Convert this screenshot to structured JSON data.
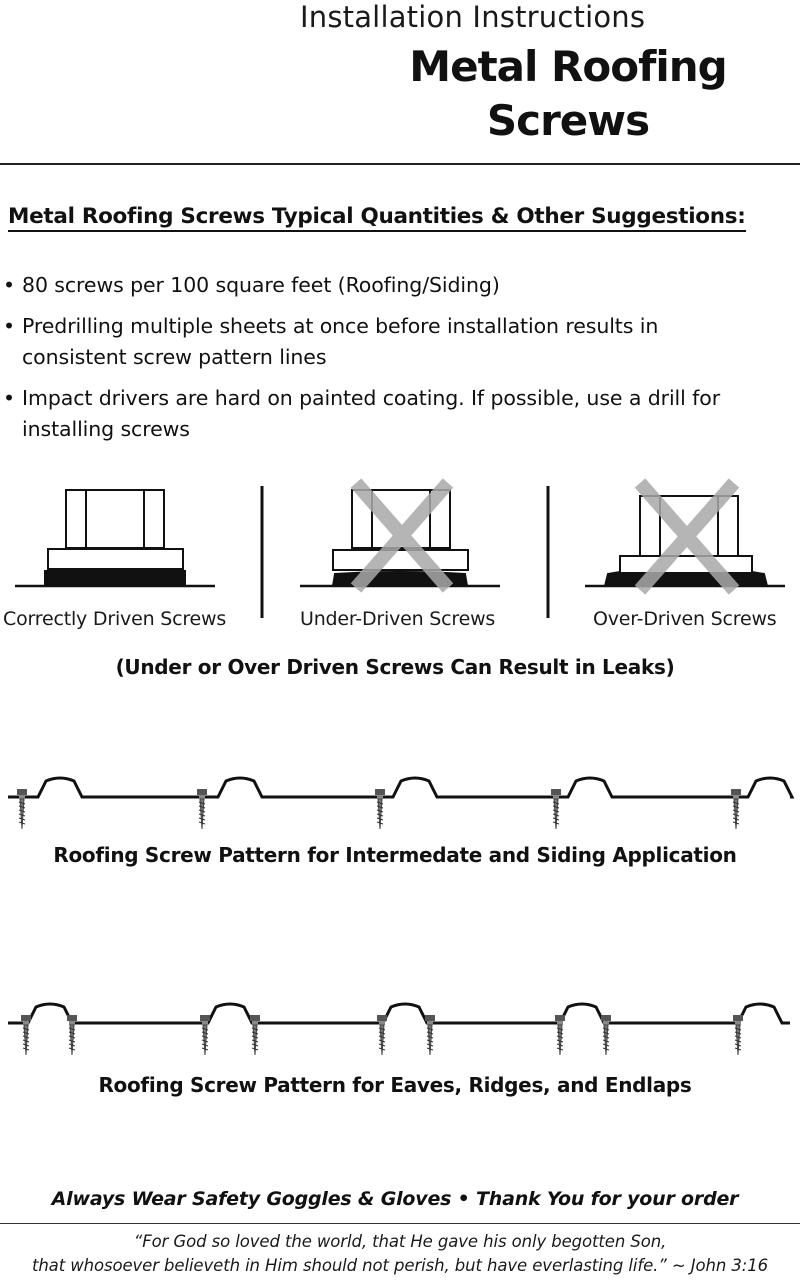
{
  "header": {
    "subtitle": "Installation Instructions",
    "title_line1": "Metal Roofing",
    "title_line2": "Screws"
  },
  "section_heading": "Metal Roofing Screws Typical Quantities & Other Suggestions:",
  "bullets": [
    {
      "line1": "80 screws per 100 square feet (Roofing/Siding)",
      "line2": ""
    },
    {
      "line1": "Predrilling multiple sheets at once before installation results in",
      "line2": "consistent screw pattern lines"
    },
    {
      "line1": "Impact drivers are hard on painted coating. If possible, use a drill for",
      "line2": "installing screws"
    }
  ],
  "bullet_symbol": "•",
  "diagrams": [
    {
      "caption": "Correctly Driven Screws",
      "icon": "correct-screw-icon"
    },
    {
      "caption": "Under-Driven Screws",
      "icon": "under-driven-screw-icon"
    },
    {
      "caption": "Over-Driven Screws",
      "icon": "over-driven-screw-icon"
    }
  ],
  "warning": "(Under or Over Driven Screws Can Result in Leaks)",
  "patterns": [
    {
      "title": "Roofing Screw Pattern for Intermedate and Siding Application",
      "icon": "panel-profile-icon"
    },
    {
      "title": "Roofing Screw Pattern for Eaves, Ridges, and Endlaps",
      "icon": "panel-profile-icon"
    }
  ],
  "footer": {
    "safety": "Always Wear Safety Goggles & Gloves  •  Thank You for your order",
    "verse_line1": "“For God so loved the world, that He gave his only begotten Son,",
    "verse_line2": "that whosoever believeth in Him should not perish, but have everlasting life.” ~ John 3:16"
  },
  "colors": {
    "ink": "#111111",
    "cross": "#b0b0b0"
  }
}
